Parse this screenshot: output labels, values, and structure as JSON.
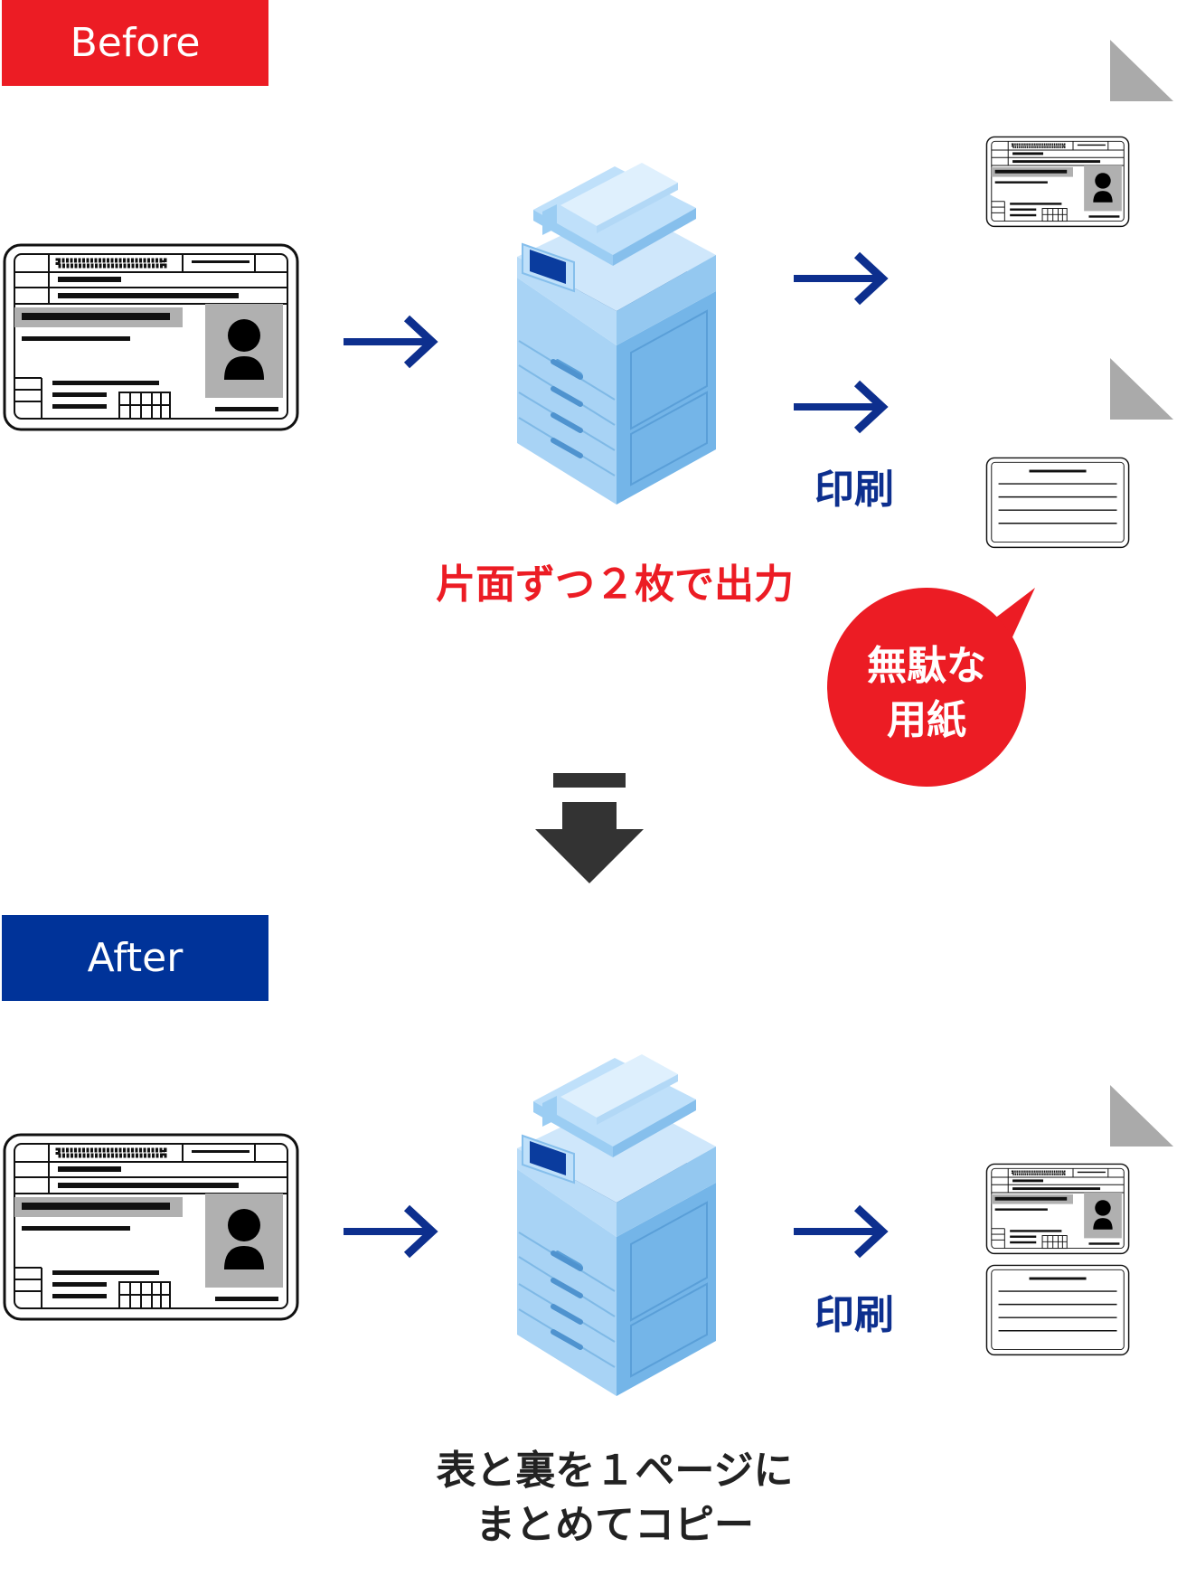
{
  "before": {
    "badge": "Before",
    "print_label": "印刷",
    "caption": "片面ずつ２枚で出力",
    "bubble_line1": "無駄な",
    "bubble_line2": "用紙"
  },
  "after": {
    "badge": "After",
    "print_label": "印刷",
    "caption_line1": "表と裏を１ページに",
    "caption_line2": "まとめてコピー"
  },
  "colors": {
    "before_red": "#ec1c24",
    "after_blue": "#003399",
    "arrow_blue": "#0d2f8e",
    "down_arrow": "#333333",
    "paper_gray": "#aaaaaa",
    "copier_body": "#a8d3f5",
    "copier_dark": "#0c4a93"
  },
  "icons": {
    "id_card": "id-card-front-icon",
    "id_card_back": "id-card-back-icon",
    "copier": "copier-icon",
    "arrow": "right-arrow-icon",
    "paper": "paper-sheet-icon",
    "down": "down-arrow-icon"
  }
}
